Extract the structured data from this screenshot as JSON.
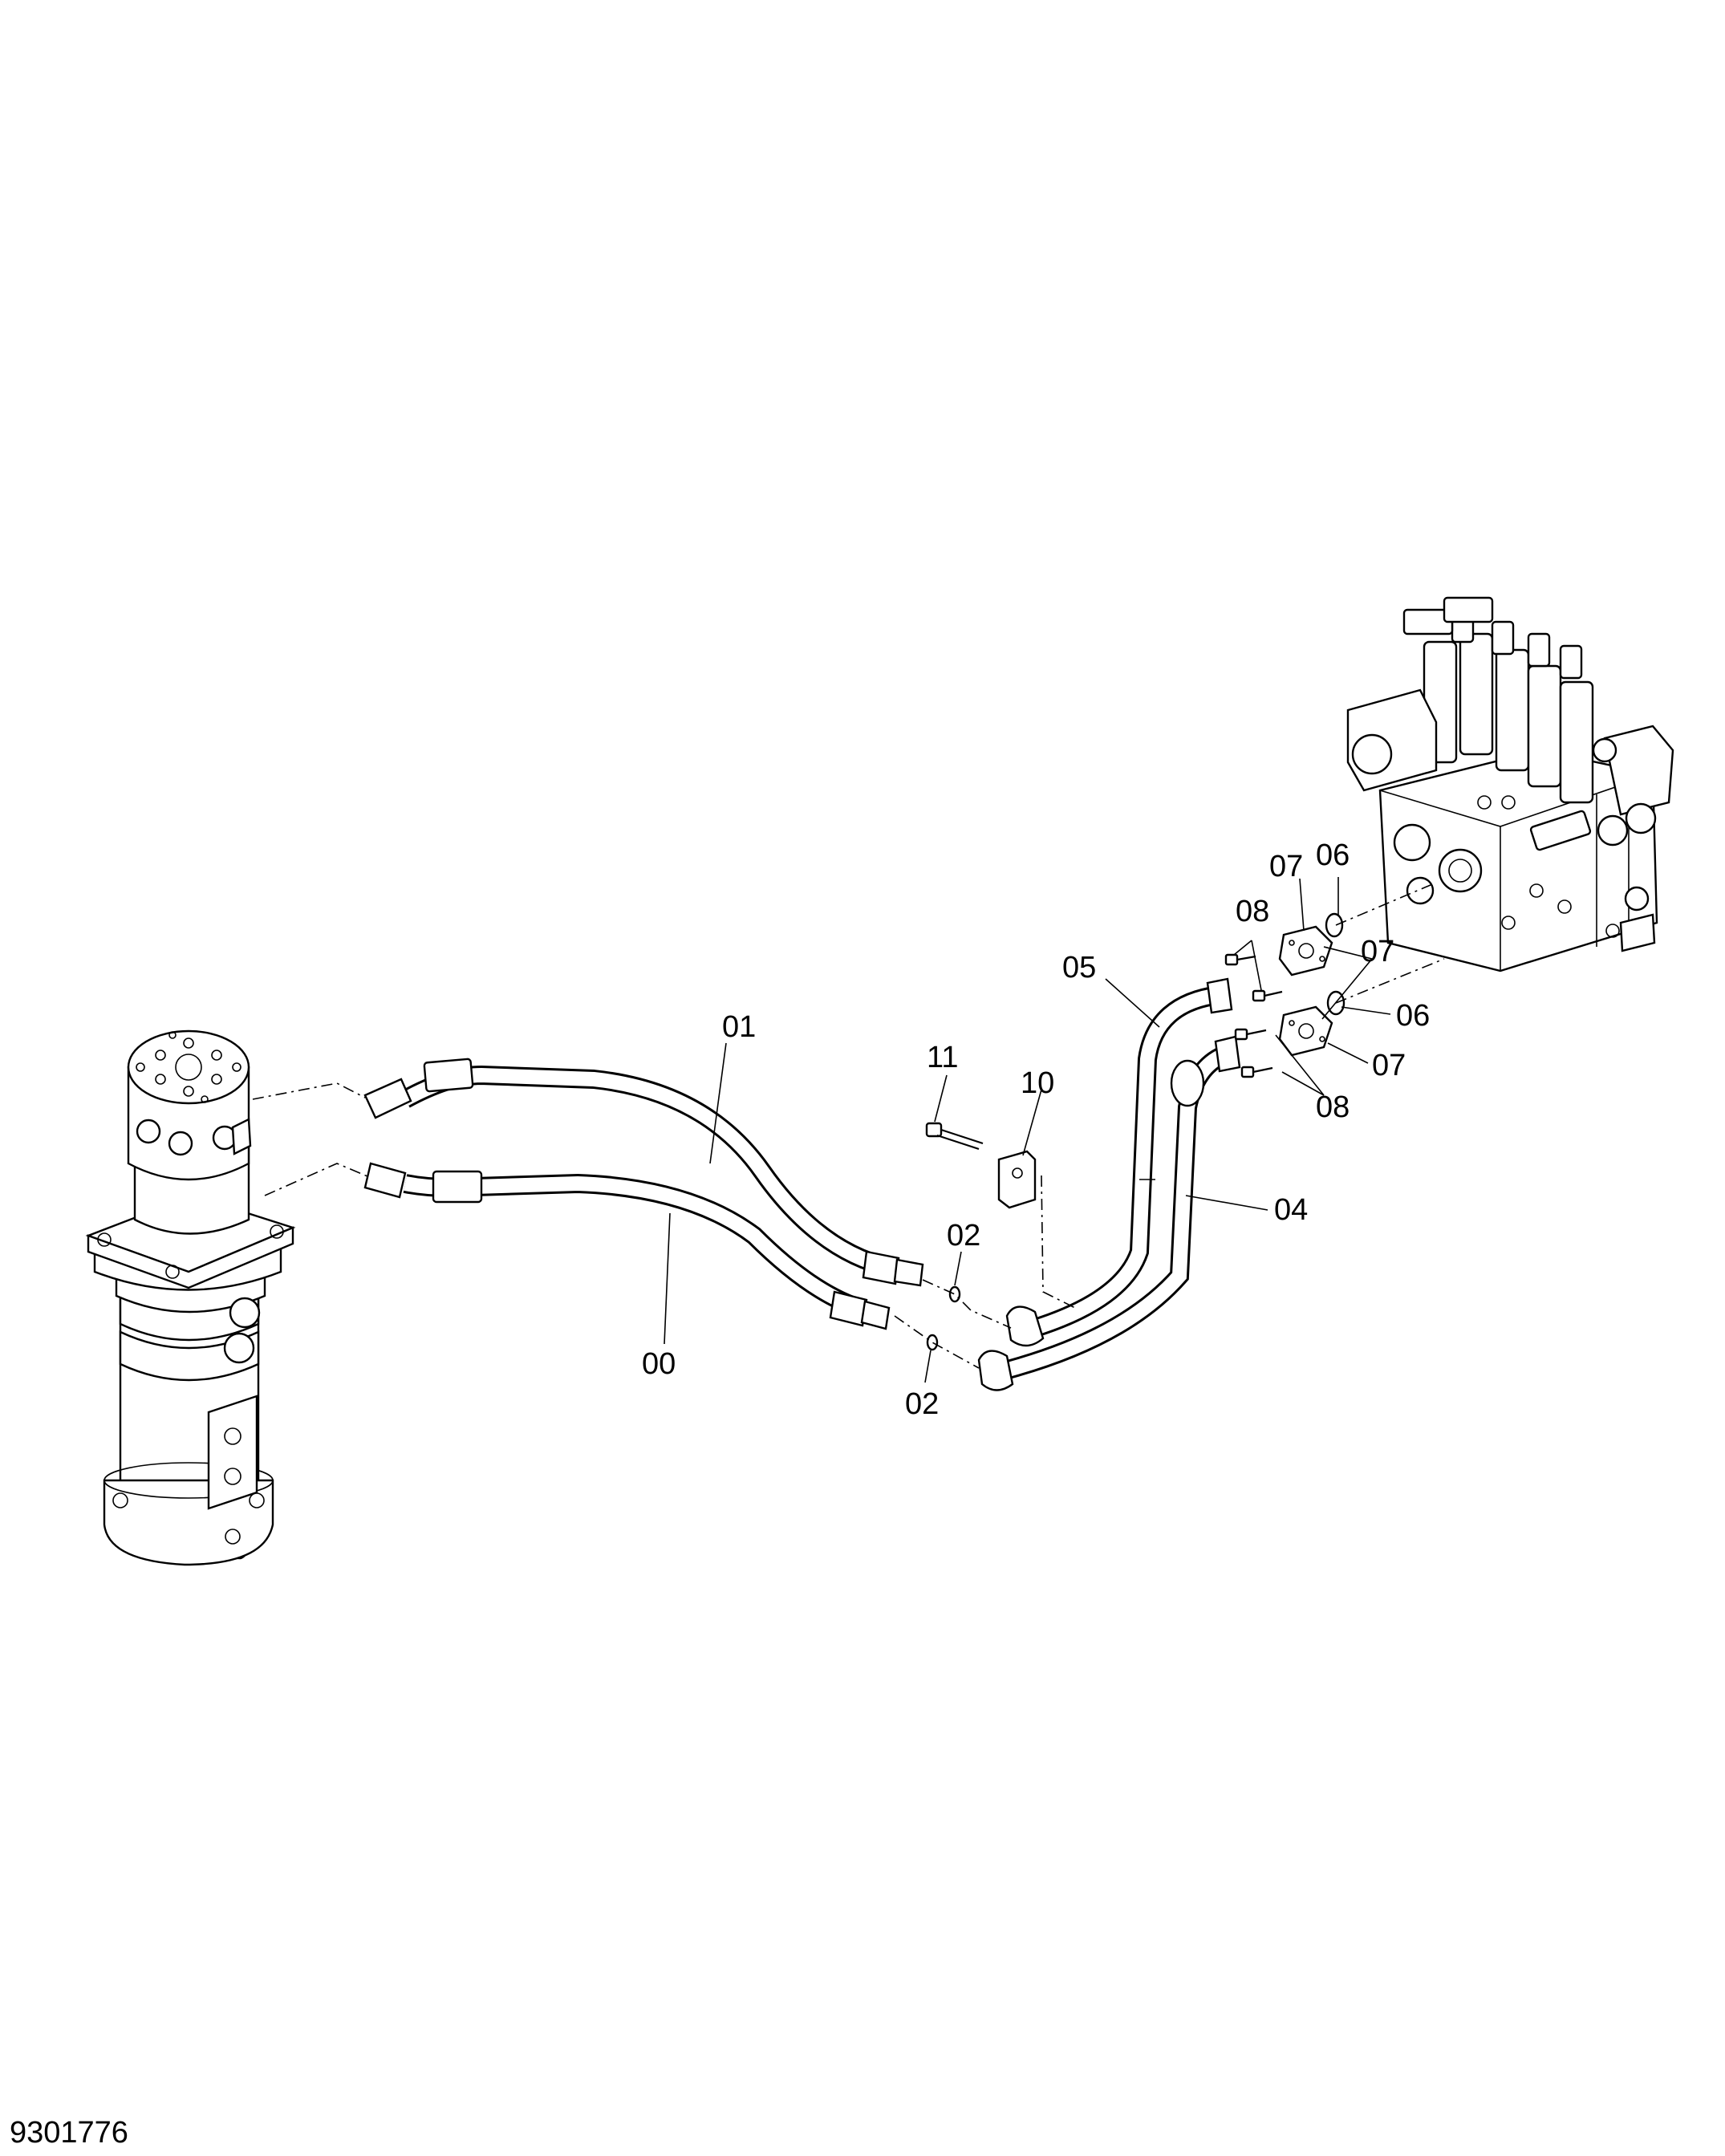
{
  "figure_number": "9301776",
  "callouts": [
    "00",
    "01",
    "02",
    "02",
    "04",
    "05",
    "06",
    "06",
    "07",
    "07",
    "07",
    "08",
    "08",
    "10",
    "11"
  ]
}
